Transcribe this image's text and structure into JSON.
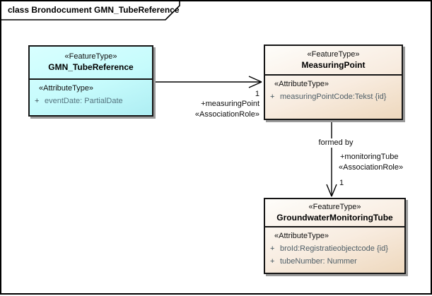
{
  "frame": {
    "title": "class Brondocument GMN_TubeReference"
  },
  "classes": [
    {
      "stereotype": "«FeatureType»",
      "name": "GMN_TubeReference",
      "attr_stereotype": "«AttributeType»",
      "attributes": [
        {
          "visibility": "+",
          "text": "eventDate: PartialDate"
        }
      ],
      "fill": "#ccffff"
    },
    {
      "stereotype": "«FeatureType»",
      "name": "MeasuringPoint",
      "attr_stereotype": "«AttributeType»",
      "attributes": [
        {
          "visibility": "+",
          "text": "measuringPointCode:Tekst {id}"
        }
      ],
      "fill": "#f3e1cb"
    },
    {
      "stereotype": "«FeatureType»",
      "name": "GroundwaterMonitoringTube",
      "attr_stereotype": "«AttributeType»",
      "attributes": [
        {
          "visibility": "+",
          "text": "broId:Registratieobjectcode {id}"
        },
        {
          "visibility": "+",
          "text": "tubeNumber: Nummer"
        }
      ],
      "fill": "#f3e1cb"
    }
  ],
  "associations": [
    {
      "name": "",
      "source": "GMN_TubeReference",
      "target": "MeasuringPoint",
      "target_multiplicity": "1",
      "target_role": "+measuringPoint",
      "target_stereotype": "«AssociationRole»"
    },
    {
      "name": "formed by",
      "source": "MeasuringPoint",
      "target": "GroundwaterMonitoringTube",
      "target_multiplicity": "1",
      "target_role": "+monitoringTube",
      "target_stereotype": "«AssociationRole»"
    }
  ],
  "colors": {
    "line": "#000000",
    "cyan_fill": "#ccffff",
    "tan_fill": "#f3e1cb",
    "shadow": "#9b9b9b"
  }
}
